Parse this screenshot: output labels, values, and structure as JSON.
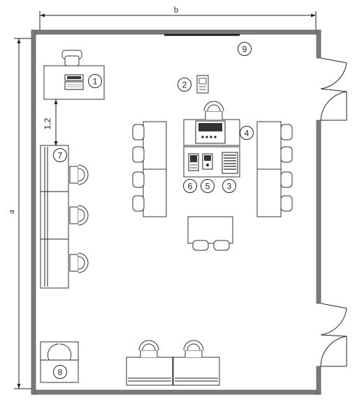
{
  "dimensions": {
    "width_label": "b",
    "height_label": "a",
    "clearance_label": "1,2"
  },
  "markers": [
    "1",
    "2",
    "3",
    "4",
    "5",
    "6",
    "7",
    "8",
    "9"
  ]
}
